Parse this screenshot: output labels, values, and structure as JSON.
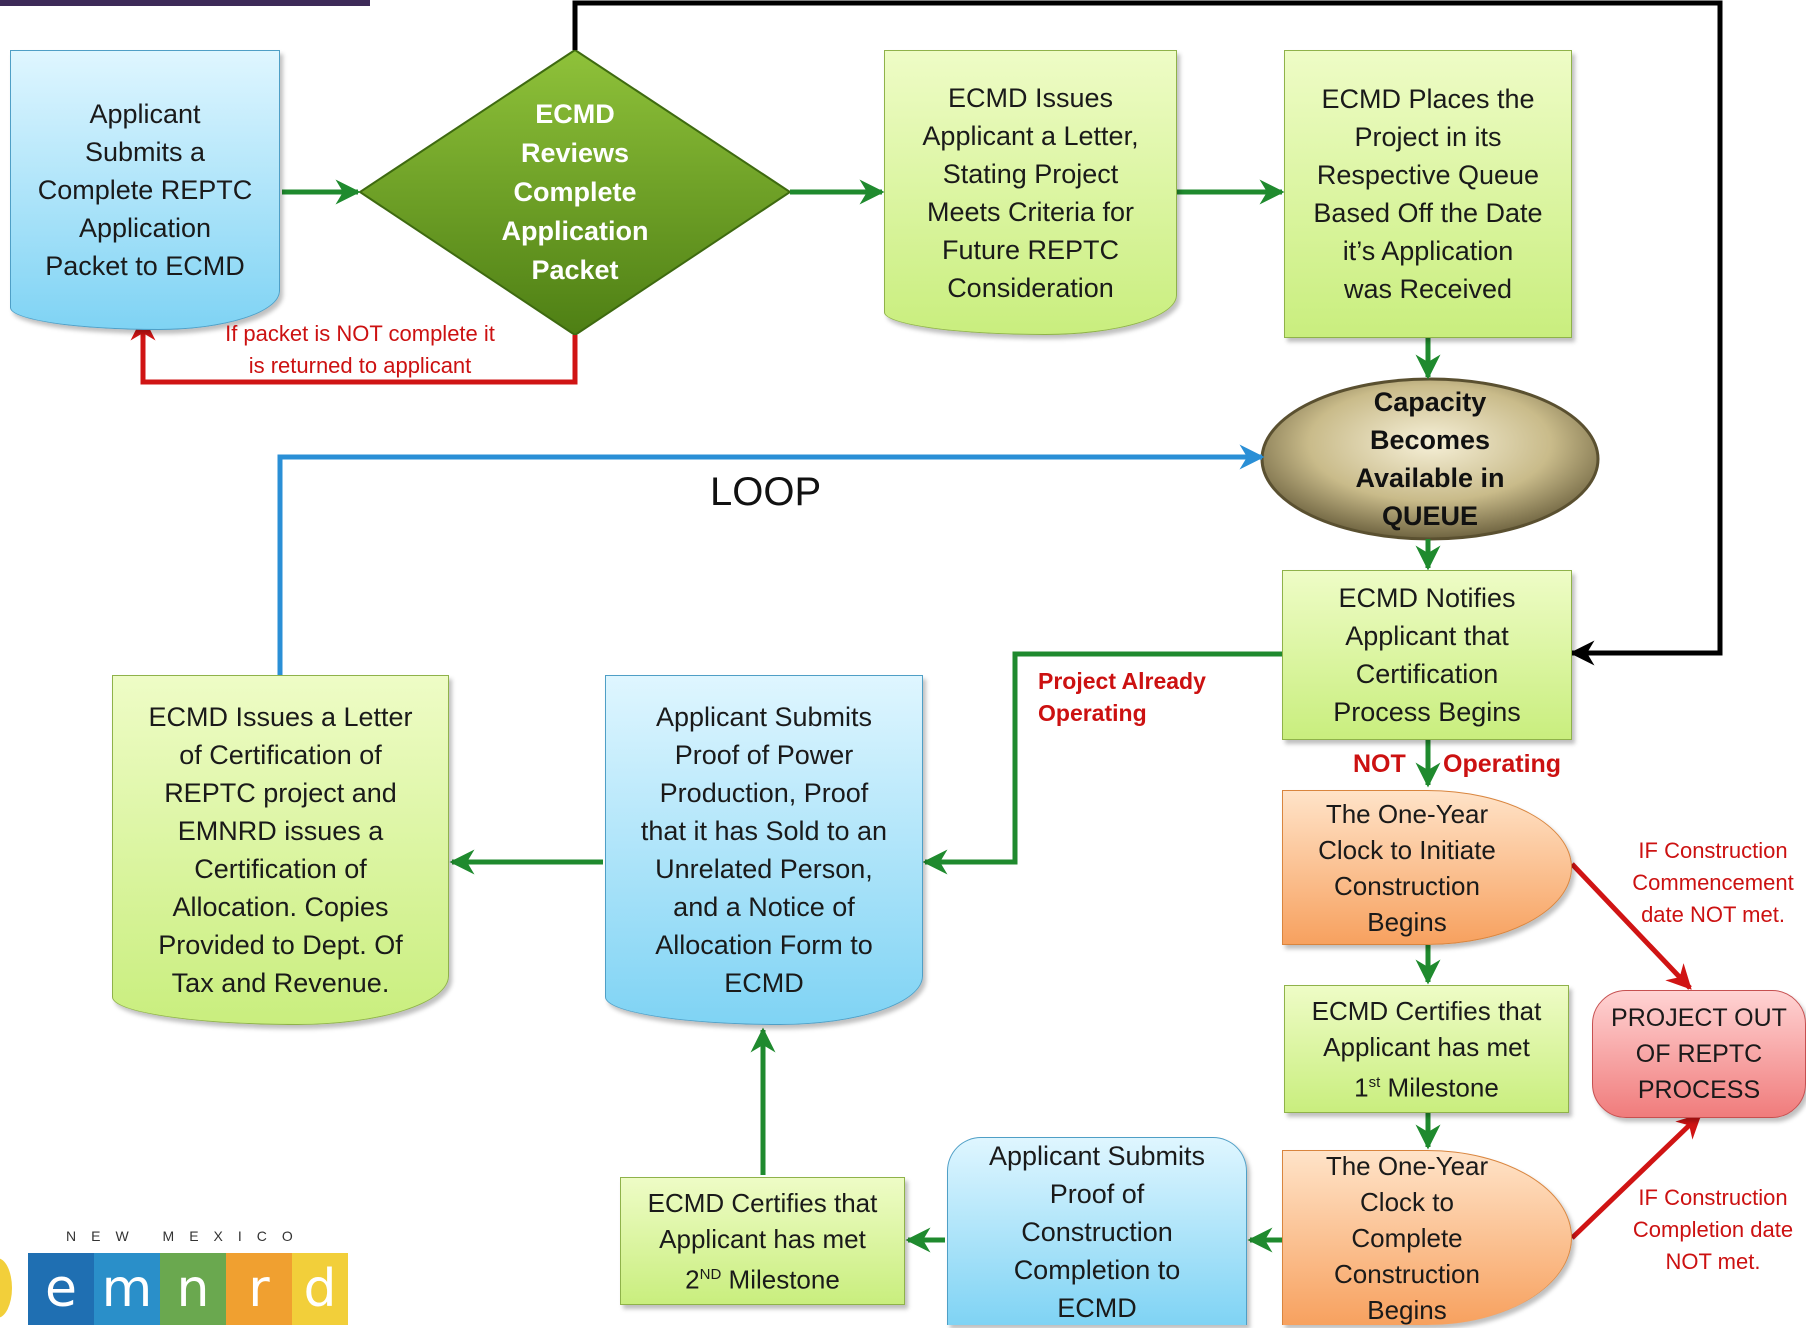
{
  "nodes": {
    "submit_packet": "Applicant\nSubmits a\nComplete REPTC\nApplication\nPacket to ECMD",
    "review": "ECMD\nReviews\nComplete\nApplication\nPacket",
    "letter_future": "ECMD Issues\nApplicant a Letter,\nStating Project\nMeets Criteria for\nFuture REPTC\nConsideration",
    "queue": "ECMD Places the\nProject in its\nRespective Queue\nBased Off the Date\nit’s Application\nwas Received",
    "capacity": "Capacity\nBecomes\nAvailable in\nQUEUE",
    "notifies": "ECMD Notifies\nApplicant that\nCertification\nProcess Begins",
    "clock_initiate": "The One-Year\nClock to Initiate\nConstruction\nBegins",
    "milestone1": "ECMD Certifies that\nApplicant has met\n1st Milestone",
    "clock_complete": "The One-Year\nClock to\nComplete\nConstruction\nBegins",
    "proof_construction": "Applicant Submits\nProof  of\nConstruction\nCompletion to\nECMD",
    "milestone2": "ECMD Certifies that\nApplicant has met\n2ND Milestone",
    "proof_power": "Applicant Submits\nProof of Power\nProduction,  Proof\nthat it has Sold to an\nUnrelated Person,\nand a Notice of\nAllocation Form to\nECMD",
    "certification_letter": "ECMD Issues a Letter\nof Certification of\nREPTC project and\nEMNRD issues a\nCertification of\nAllocation. Copies\nProvided to Dept.  Of\nTax and Revenue.",
    "out": "PROJECT OUT\nOF REPTC\nPROCESS"
  },
  "labels": {
    "not_complete": "If packet is NOT complete it\nis returned to applicant",
    "loop": "LOOP",
    "already_operating": "Project Already\nOperating",
    "not_word": "NOT",
    "operating_word": "Operating",
    "commencement": "IF Construction\nCommencement\ndate NOT met.",
    "completion": "IF Construction\nCompletion date\nNOT met."
  },
  "logo": {
    "caption": "NEW MEXICO",
    "letters": [
      "e",
      "m",
      "n",
      "r",
      "d"
    ],
    "colors": [
      "#1f6fb2",
      "#2a8fc9",
      "#6aa84f",
      "#f0a030",
      "#f2cf3a"
    ]
  },
  "colors": {
    "flow_arrow": "#1f8a2e",
    "rejection_arrow": "#d01414",
    "loop_arrow": "#2a8fd6",
    "return_arrow": "#000000"
  }
}
